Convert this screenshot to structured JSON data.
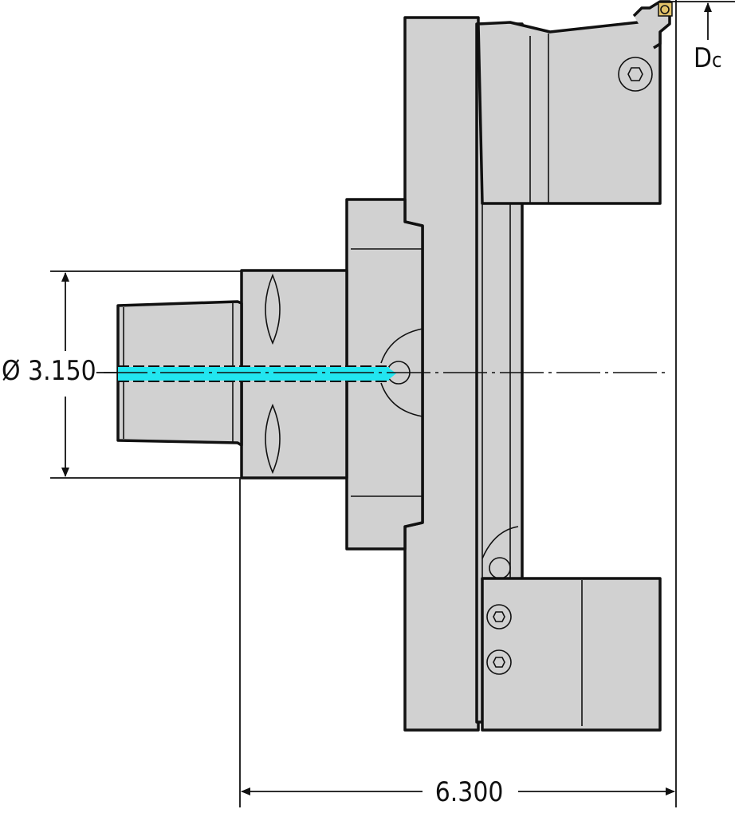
{
  "drawing": {
    "dimensions": {
      "diameter_label": "Ø 3.150",
      "length_label": "6.300",
      "dc_label_main": "D",
      "dc_label_sub": "c"
    },
    "colors": {
      "body_fill": "#d1d1d1",
      "outline": "#111111",
      "coolant": "#22e6f0",
      "insert": "#e3c36a"
    }
  }
}
